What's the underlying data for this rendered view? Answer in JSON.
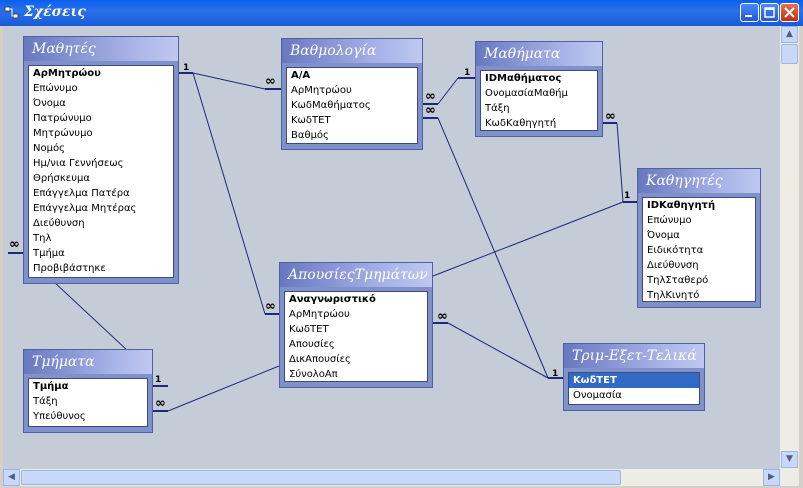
{
  "window": {
    "title": "Σχέσεις"
  },
  "icons": {
    "app": "relationships-icon",
    "minimize": "minimize-icon",
    "maximize": "maximize-icon",
    "close": "close-icon"
  },
  "tables": {
    "mathites": {
      "title": "Μαθητές",
      "fields": [
        "ΑρΜητρώου",
        "Επώνυμο",
        "Όνομα",
        "Πατρώνυμο",
        "Μητρώνυμο",
        "Νομός",
        "Ημ/νια Γεννήσεως",
        "Θρήσκευμα",
        "Επάγγελμα Πατέρα",
        "Επάγγελμα Μητέρας",
        "Διεύθυνση",
        "Τηλ",
        "Τμήμα",
        "Προβιβάστηκε"
      ]
    },
    "vathmologia": {
      "title": "Βαθμολογία",
      "fields": [
        "Α/Α",
        "ΑρΜητρώου",
        "ΚωδΜαθήματος",
        "ΚωδΤΕΤ",
        "Βαθμός"
      ]
    },
    "mathimata": {
      "title": "Μαθήματα",
      "fields": [
        "IDΜαθήματος",
        "ΟνομασίαΜαθήμ",
        "Τάξη",
        "ΚωδΚαθηγητή"
      ]
    },
    "kathigites": {
      "title": "Καθηγητές",
      "fields": [
        "IDΚαθηγητή",
        "Επώνυμο",
        "Όνομα",
        "Ειδικότητα",
        "Διεύθυνση",
        "ΤηλΣταθερό",
        "ΤηλΚινητό"
      ]
    },
    "apousies": {
      "title": "ΑπουσίεςΤμημάτων",
      "fields": [
        "Αναγνωριστικό",
        "ΑρΜητρώου",
        "ΚωδΤΕΤ",
        "Απουσίες",
        "ΔικΑπουσίες",
        "ΣύνολοΑπ"
      ]
    },
    "tmimata": {
      "title": "Τμήματα",
      "fields": [
        "Τμήμα",
        "Τάξη",
        "Υπεύθυνος"
      ]
    },
    "trimexet": {
      "title": "Τριμ-Εξετ-Τελικά",
      "fields": [
        "ΚωδΤΕΤ",
        "Ονομασία"
      ]
    }
  },
  "cardinality": {
    "one": "1",
    "many": "∞"
  },
  "colors": {
    "titlebar": "#0a5ff0",
    "canvas": "#c4ccd8",
    "table_frame": "#8090c8",
    "line": "#1c2a78",
    "selection": "#316ac5"
  }
}
